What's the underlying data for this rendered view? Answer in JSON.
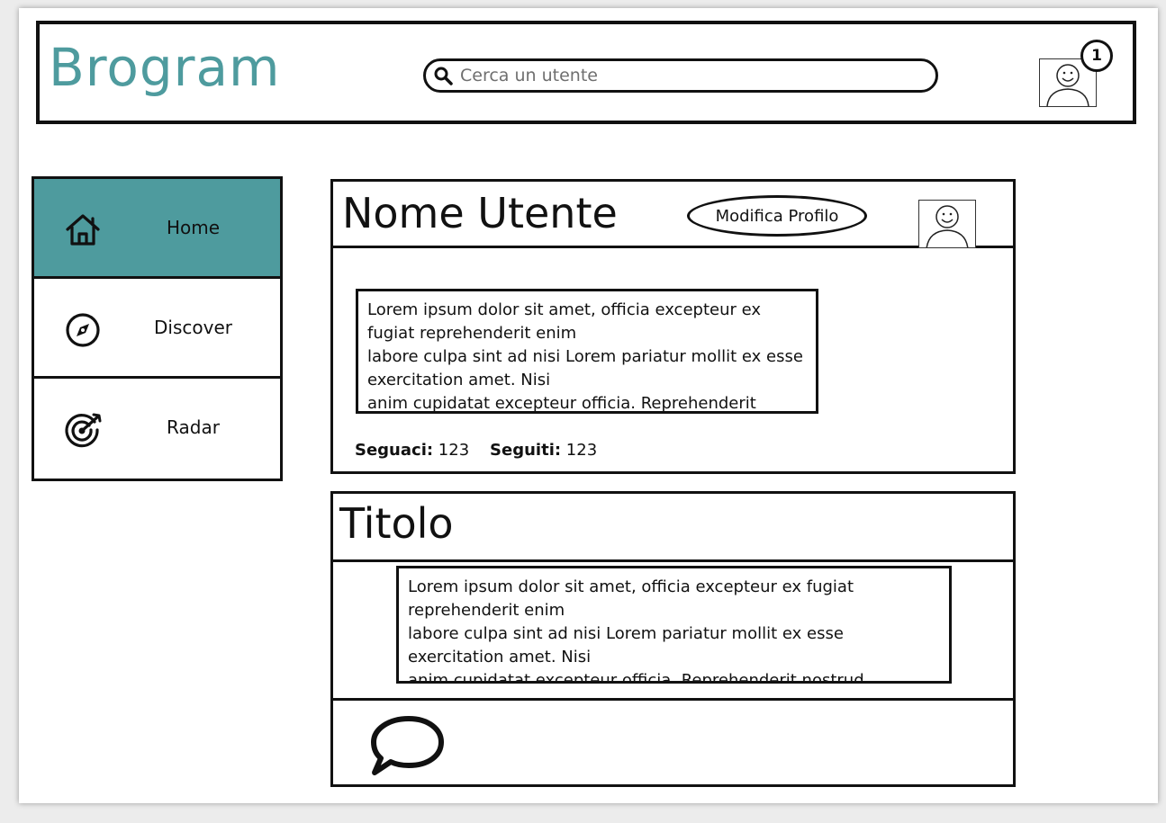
{
  "header": {
    "logo": "Brogram",
    "search_placeholder": "Cerca un utente",
    "notification_count": "1"
  },
  "sidebar": {
    "items": [
      {
        "label": "Home",
        "icon": "home-icon",
        "active": true
      },
      {
        "label": "Discover",
        "icon": "compass-icon",
        "active": false
      },
      {
        "label": "Radar",
        "icon": "target-icon",
        "active": false
      }
    ]
  },
  "profile": {
    "username": "Nome Utente",
    "edit_label": "Modifica Profilo",
    "bio_lines": [
      "Lorem ipsum dolor sit amet, officia excepteur ex fugiat reprehenderit enim",
      "labore culpa sint ad nisi Lorem pariatur mollit ex esse exercitation amet. Nisi",
      "anim cupidatat excepteur officia. Reprehenderit"
    ],
    "followers_label": "Seguaci:",
    "followers_count": "123",
    "following_label": "Seguiti:",
    "following_count": "123"
  },
  "post": {
    "title": "Titolo",
    "body_lines": [
      "Lorem ipsum dolor sit amet, officia excepteur ex fugiat reprehenderit enim",
      "labore culpa sint ad nisi Lorem pariatur mollit ex esse exercitation amet. Nisi",
      "anim cupidatat excepteur officia. Reprehenderit nostrud"
    ]
  },
  "colors": {
    "accent": "#4e9b9e",
    "ink": "#111111",
    "placeholder": "#6f6f6f"
  }
}
